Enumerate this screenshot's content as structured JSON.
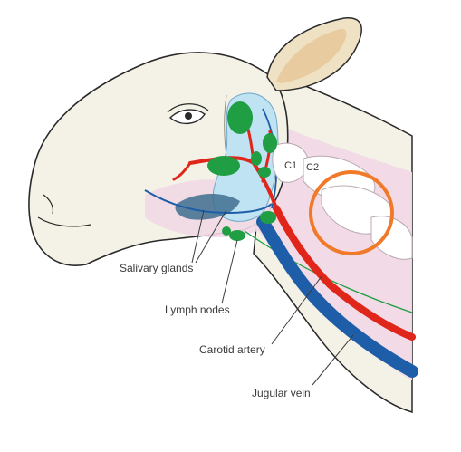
{
  "diagram": {
    "labels": {
      "salivary_glands": "Salivary glands",
      "lymph_nodes": "Lymph nodes",
      "carotid_artery": "Carotid artery",
      "jugular_vein": "Jugular vein"
    },
    "vertebrae": {
      "c1": "C1",
      "c2": "C2"
    },
    "colors": {
      "artery": "#e0261b",
      "vein": "#1e5ea8",
      "lymph": "#1f9e44",
      "gland": "#bfe3f3",
      "highlight": "#f07a2a",
      "skin": "#f4f1e6",
      "neck_tissue": "#f1d9e6",
      "outline": "#2a2a2a"
    },
    "icons": [
      "sheep-head-illustration"
    ]
  }
}
